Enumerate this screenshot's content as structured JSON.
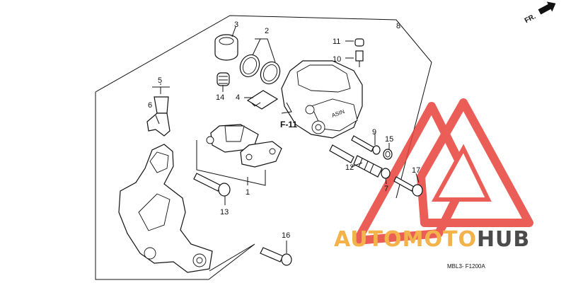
{
  "diagram": {
    "direction_label": "FR.",
    "reference_label": "F-11",
    "drawing_code": "MBL3- F1200",
    "drawing_code_suffix": "A",
    "callouts": [
      {
        "id": "c1",
        "label": "1"
      },
      {
        "id": "c2",
        "label": "2"
      },
      {
        "id": "c3",
        "label": "3"
      },
      {
        "id": "c4",
        "label": "4"
      },
      {
        "id": "c5",
        "label": "5"
      },
      {
        "id": "c6",
        "label": "6"
      },
      {
        "id": "c7",
        "label": "7"
      },
      {
        "id": "c8",
        "label": "8"
      },
      {
        "id": "c9",
        "label": "9"
      },
      {
        "id": "c10",
        "label": "10"
      },
      {
        "id": "c11",
        "label": "11"
      },
      {
        "id": "c12",
        "label": "12"
      },
      {
        "id": "c13",
        "label": "13"
      },
      {
        "id": "c14",
        "label": "14"
      },
      {
        "id": "c15",
        "label": "15"
      },
      {
        "id": "c16",
        "label": "16"
      },
      {
        "id": "c17",
        "label": "17"
      }
    ]
  },
  "watermark": {
    "brand_part1": "AUTOMOTO",
    "brand_part2": "HUB",
    "colors": {
      "red": "#e8433a",
      "orange": "#f4b24a",
      "dark": "#4b4b4b"
    }
  }
}
